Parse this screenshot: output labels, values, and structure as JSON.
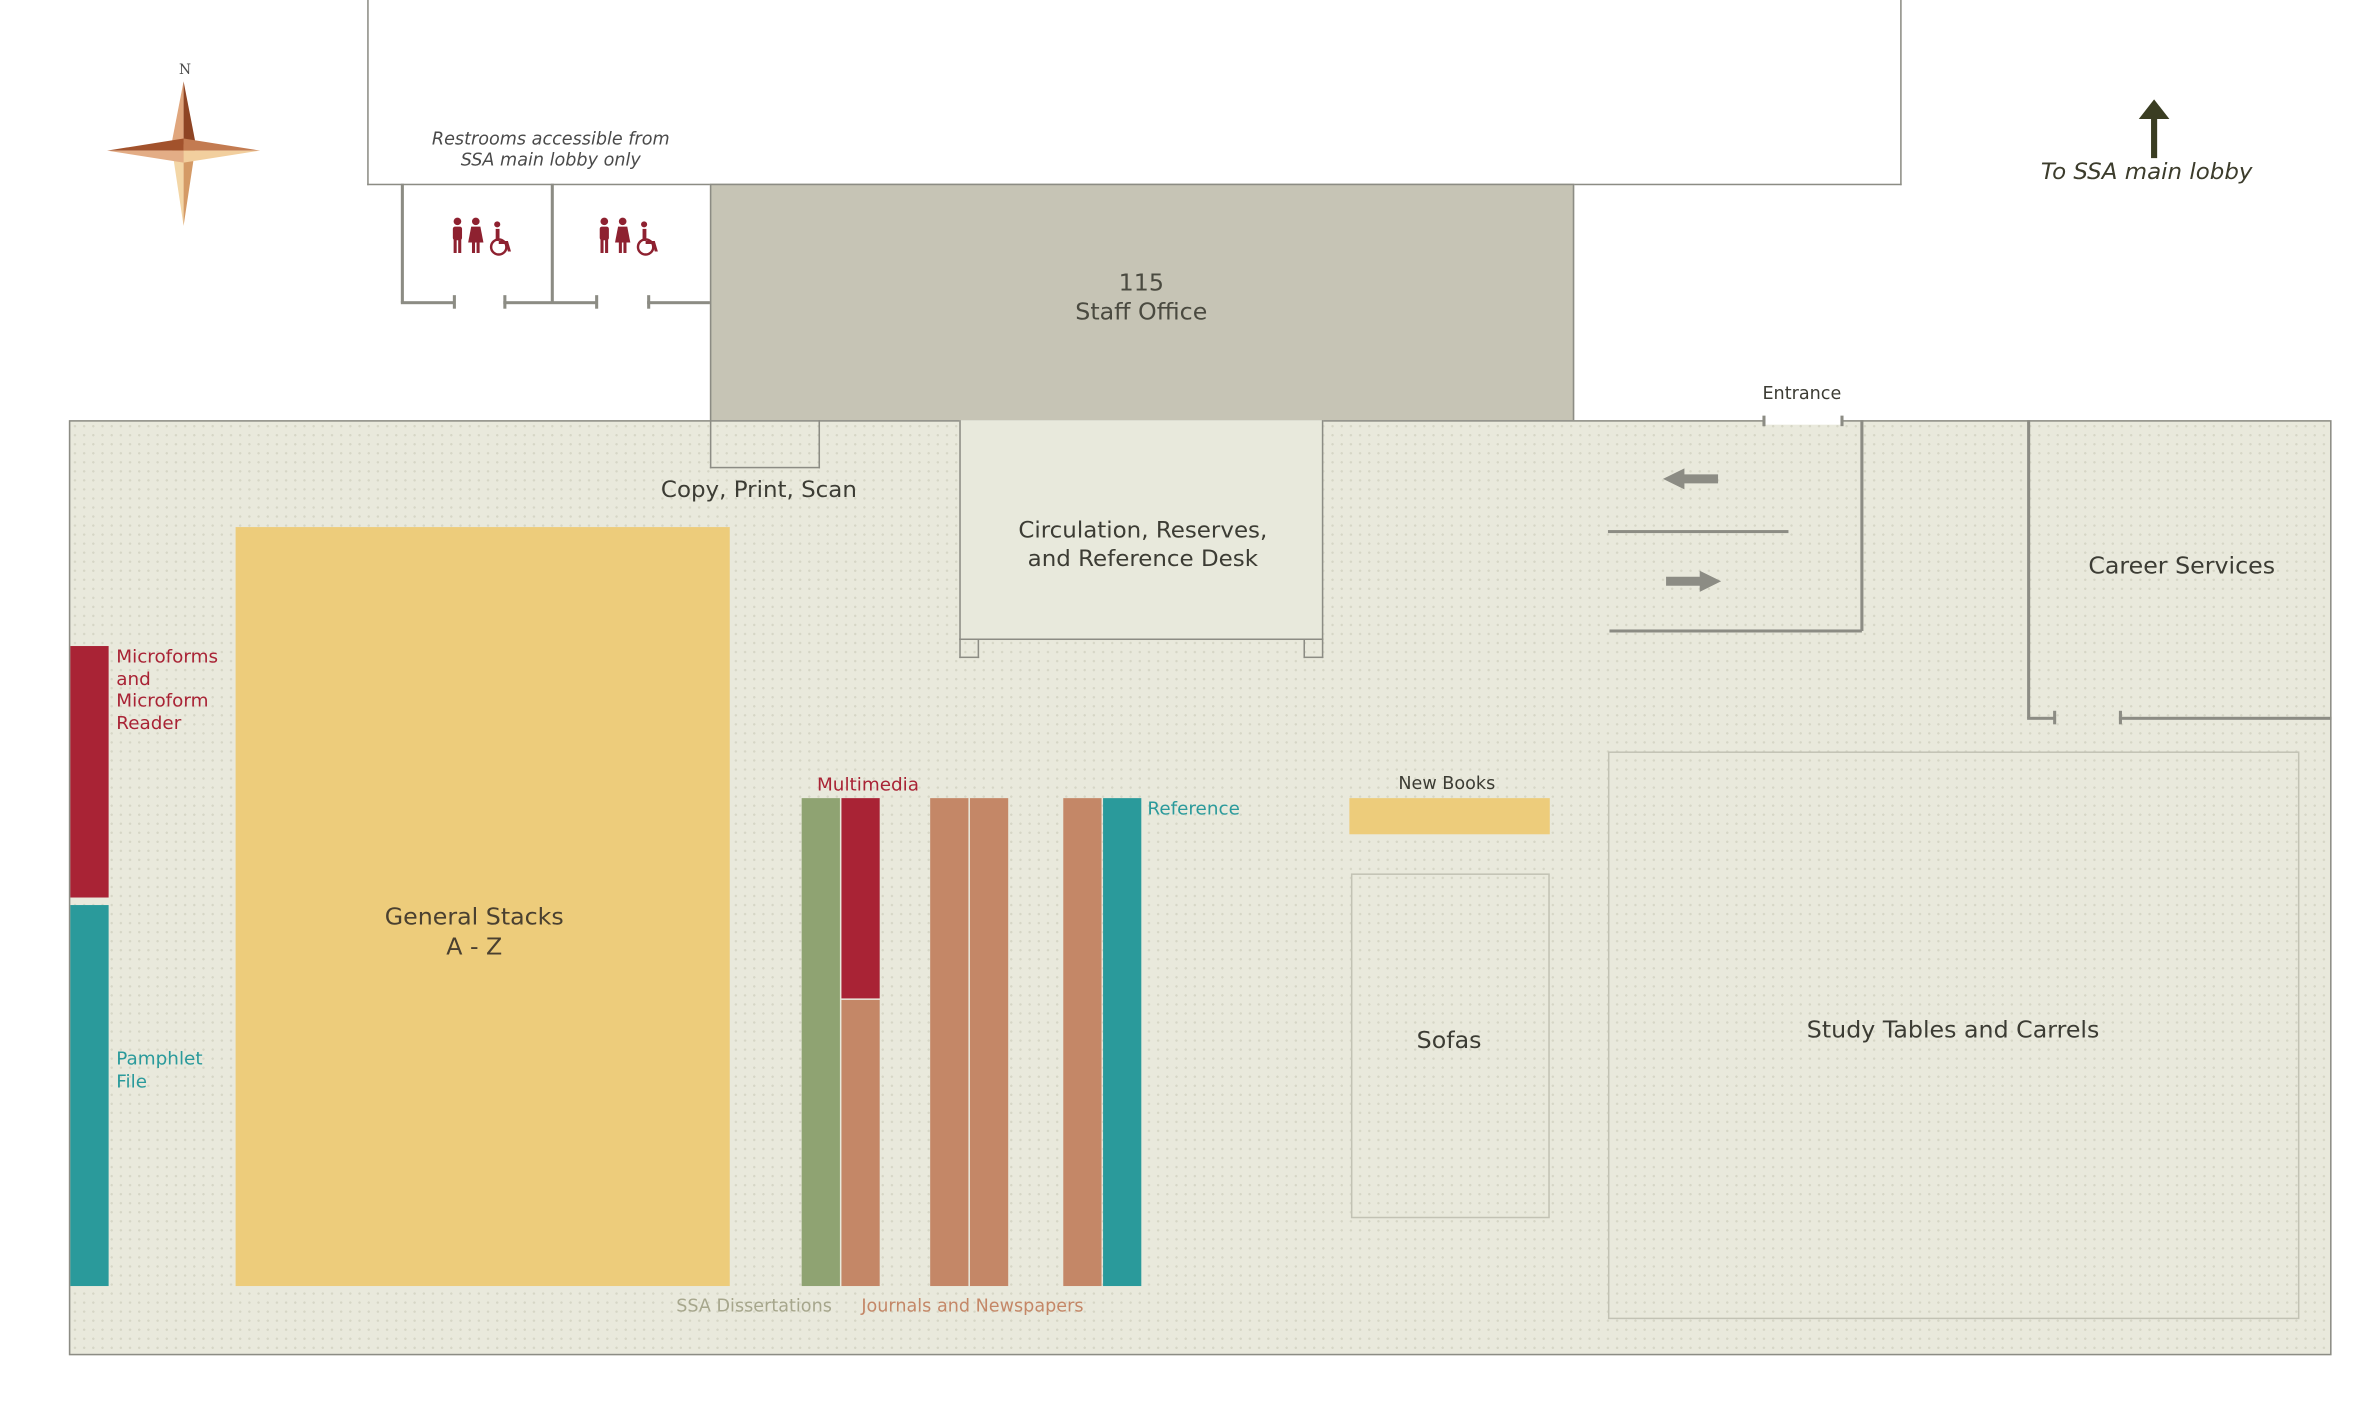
{
  "compass": {
    "north_label": "N",
    "icon": "compass-rose-icon"
  },
  "directions": {
    "to_lobby": "To SSA main lobby",
    "arrow_icon": "arrow-up-icon"
  },
  "restrooms": {
    "note_line1": "Restrooms accessible from",
    "note_line2": "SSA main lobby only",
    "icon": "restroom-accessible-icon"
  },
  "rooms": {
    "staff_office_number": "115",
    "staff_office_name": "Staff Office",
    "copy_print_scan": "Copy, Print, Scan",
    "circulation_line1": "Circulation, Reserves,",
    "circulation_line2": "and Reference Desk",
    "entrance": "Entrance",
    "career_services": "Career Services",
    "study_tables": "Study Tables and Carrels",
    "sofas": "Sofas",
    "new_books": "New Books"
  },
  "collections": {
    "microforms_lines": [
      "Microforms",
      "and",
      "Microform",
      "Reader"
    ],
    "pamphlet_lines": [
      "Pamphlet",
      "File"
    ],
    "general_stacks_line1": "General Stacks",
    "general_stacks_line2": "A - Z",
    "multimedia": "Multimedia",
    "reference": "Reference",
    "dissertations": "SSA Dissertations",
    "journals": "Journals and Newspapers"
  },
  "colors": {
    "microforms": "#a92335",
    "pamphlet": "#2a9a9b",
    "stacks": "#edcc7b",
    "dissertations": "#8fa372",
    "journals": "#c48767",
    "staff_office": "#c6c4b5",
    "floor": "#e9e9dc",
    "wall": "#8c8c84"
  }
}
